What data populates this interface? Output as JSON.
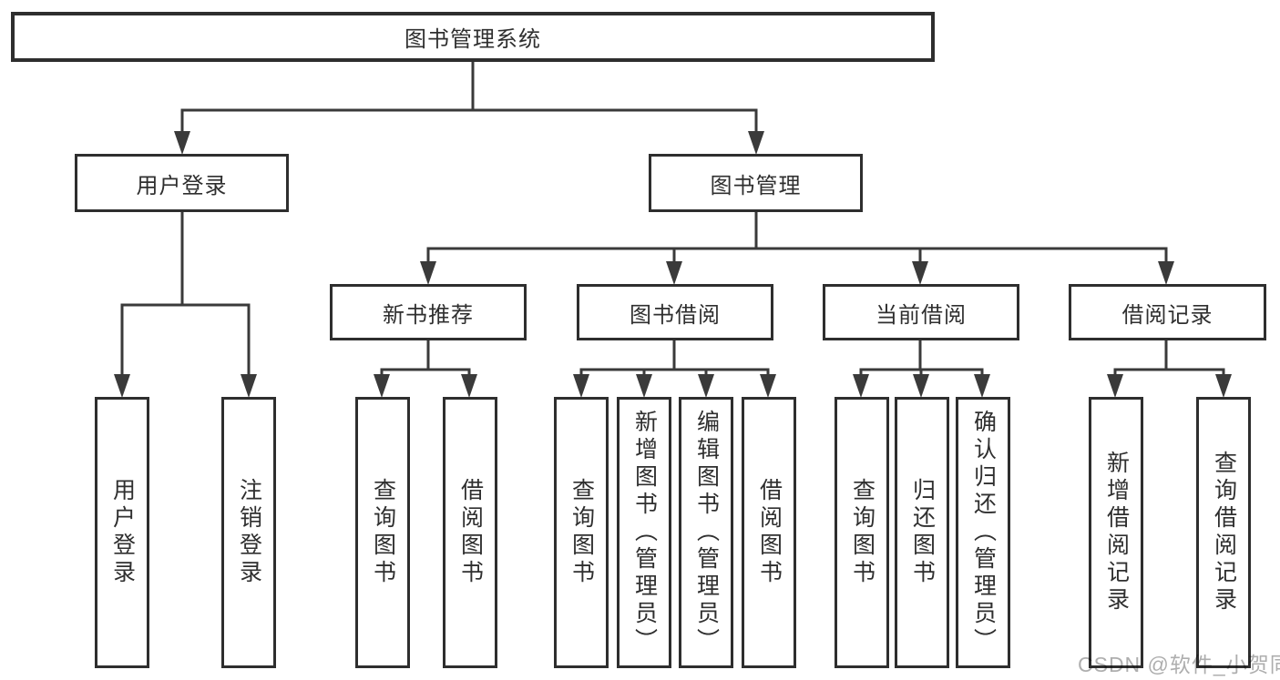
{
  "diagram": {
    "root": "图书管理系统",
    "branches": [
      {
        "label": "用户登录",
        "leaves": [
          "用户登录",
          "注销登录"
        ]
      },
      {
        "label": "图书管理",
        "groups": [
          {
            "label": "新书推荐",
            "leaves": [
              "查询图书",
              "借阅图书"
            ]
          },
          {
            "label": "图书借阅",
            "leaves": [
              "查询图书",
              "新增图书（管理员）",
              "编辑图书（管理员）",
              "借阅图书"
            ]
          },
          {
            "label": "当前借阅",
            "leaves": [
              "查询图书",
              "归还图书",
              "确认归还（管理员）"
            ]
          },
          {
            "label": "借阅记录",
            "leaves": [
              "新增借阅记录",
              "查询借阅记录"
            ]
          }
        ]
      }
    ]
  },
  "watermark": "CSDN @软件_小贺同学",
  "colors": {
    "line": "#3a3a3a",
    "border": "#2e2e2e",
    "text": "#2f2f2f",
    "watermark": "#b3b3b3",
    "background": "#ffffff"
  }
}
